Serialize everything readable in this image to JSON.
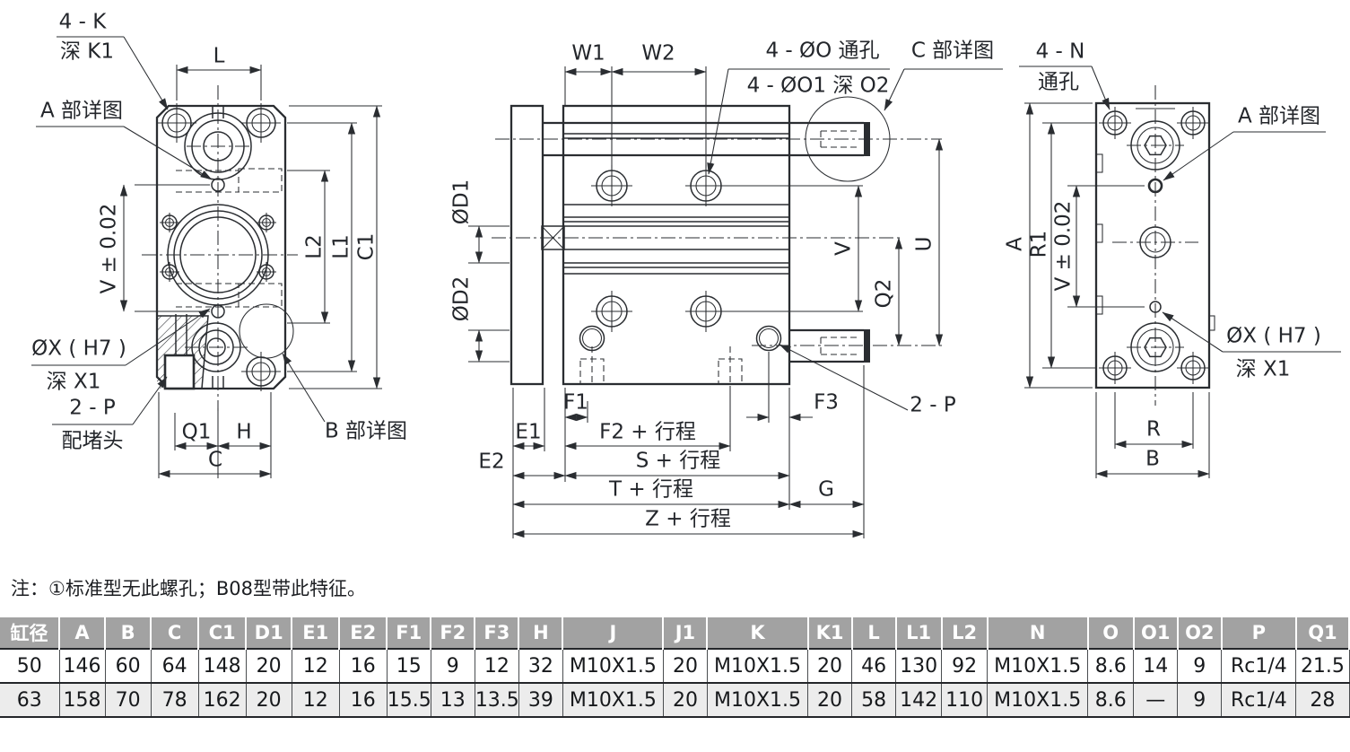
{
  "note": "注：①标准型无此螺孔；B08型带此特征。",
  "left_view": {
    "leader_4k": "4 - K",
    "leader_k1": "深 K1",
    "detail_a": "A 部详图",
    "dim_l": "L",
    "dim_v": "V ± 0.02",
    "dim_l2": "L2",
    "dim_l1": "L1",
    "dim_c1": "C1",
    "leader_x": "ØX ( H7 )",
    "leader_x1": "深 X1",
    "leader_2p": "2 - P",
    "leader_plug": "配堵头",
    "dim_q1": "Q1",
    "dim_h": "H",
    "dim_c": "C",
    "detail_b": "B 部详图"
  },
  "middle_view": {
    "dim_w1": "W1",
    "dim_w2": "W2",
    "leader_o": "4 - ØO 通孔",
    "leader_o1": "4 - ØO1 深 O2",
    "detail_c": "C 部详图",
    "dim_d1": "ØD1",
    "dim_d2": "ØD2",
    "dim_v": "V",
    "dim_q2": "Q2",
    "dim_u": "U",
    "dim_f1": "F1",
    "dim_e1": "E1",
    "dim_f2": "F2 + 行程",
    "dim_e2": "E2",
    "dim_s": "S + 行程",
    "dim_t": "T + 行程",
    "dim_g": "G",
    "dim_z": "Z + 行程",
    "dim_f3": "F3",
    "leader_2p": "2 - P"
  },
  "right_view": {
    "leader_4n": "4 - N",
    "leader_hole": "通孔",
    "detail_a": "A 部详图",
    "dim_a": "A",
    "dim_r1": "R1",
    "dim_v": "V ± 0.02",
    "leader_x": "ØX ( H7 )",
    "leader_x1": "深 X1",
    "dim_r": "R",
    "dim_b": "B"
  },
  "table": {
    "headers": [
      "缸径",
      "A",
      "B",
      "C",
      "C1",
      "D1",
      "E1",
      "E2",
      "F1",
      "F2",
      "F3",
      "H",
      "J",
      "J1",
      "K",
      "K1",
      "L",
      "L1",
      "L2",
      "N",
      "O",
      "O1",
      "O2",
      "P",
      "Q1"
    ],
    "rows": [
      [
        "50",
        "146",
        "60",
        "64",
        "148",
        "20",
        "12",
        "16",
        "15",
        "9",
        "12",
        "32",
        "M10X1.5",
        "20",
        "M10X1.5",
        "20",
        "46",
        "130",
        "92",
        "M10X1.5",
        "8.6",
        "14",
        "9",
        "Rc1/4",
        "21.5"
      ],
      [
        "63",
        "158",
        "70",
        "78",
        "162",
        "20",
        "12",
        "16",
        "15.5",
        "13",
        "13.5",
        "39",
        "M10X1.5",
        "20",
        "M10X1.5",
        "20",
        "58",
        "142",
        "110",
        "M10X1.5",
        "8.6",
        "—",
        "9",
        "Rc1/4",
        "28"
      ]
    ]
  }
}
